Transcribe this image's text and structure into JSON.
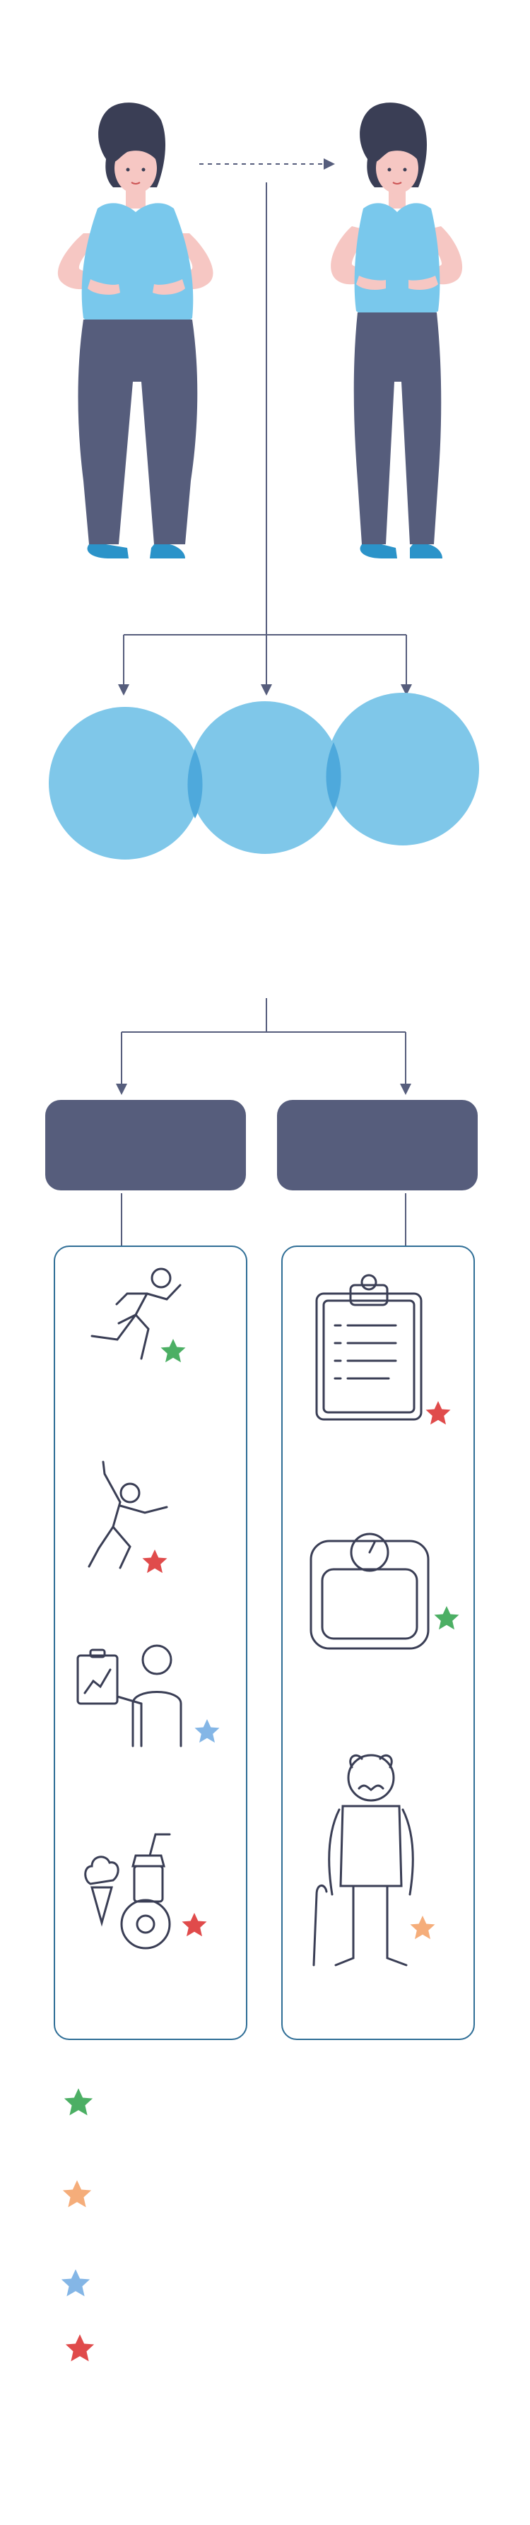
{
  "before_figure": {
    "icon": "woman-overweight"
  },
  "after_figure": {
    "icon": "woman-slimmer"
  },
  "venn": {
    "circles": 3,
    "color": "#7fc7e9",
    "overlap_color": "#4ea9dc"
  },
  "header_boxes": {
    "left_label": "",
    "right_label": "",
    "color": "#565d7c"
  },
  "left_panel": {
    "items": [
      {
        "icon": "running-person-icon",
        "star": "green"
      },
      {
        "icon": "dancing-person-icon",
        "star": "red"
      },
      {
        "icon": "desk-worker-icon",
        "star": "blue"
      },
      {
        "icon": "junk-food-icon",
        "star": "red"
      }
    ]
  },
  "right_panel": {
    "items": [
      {
        "icon": "clipboard-icon",
        "star": "red"
      },
      {
        "icon": "weight-scale-icon",
        "star": "green"
      },
      {
        "icon": "elderly-man-icon",
        "star": "orange"
      }
    ]
  },
  "legend": [
    {
      "star": "green",
      "color": "#4caf64",
      "label": ""
    },
    {
      "star": "orange",
      "color": "#f5ad7a",
      "label": ""
    },
    {
      "star": "blue",
      "color": "#84b6e6",
      "label": ""
    },
    {
      "star": "red",
      "color": "#e04b4b",
      "label": ""
    }
  ],
  "colors": {
    "line": "#565d7c",
    "panel_border": "#2f6e96",
    "skin": "#f6c7c3",
    "top": "#79c8ec",
    "pants": "#565d7c",
    "hair": "#3a3e55",
    "shoe": "#2b93c9"
  }
}
